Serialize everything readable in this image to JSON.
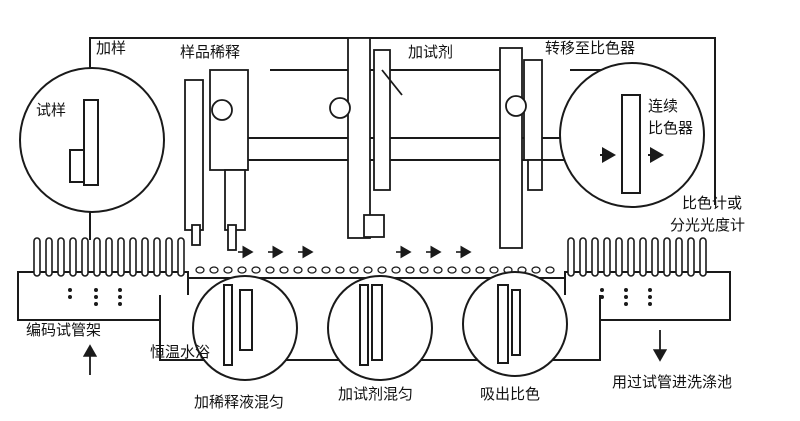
{
  "labels": {
    "add_sample": "加样",
    "sample_dilution": "样品稀释",
    "add_reagent": "加试剂",
    "transfer_to_colorimeter": "转移至比色器",
    "test_sample": "试样",
    "continuous_colorimeter_line1": "连续",
    "continuous_colorimeter_line2": "比色器",
    "photometer_line1": "比色计或",
    "photometer_line2": "分光光度计",
    "coded_tube_rack": "编码试管架",
    "thermostatic_bath": "恒温水浴",
    "add_diluent_mix": "加稀释液混匀",
    "add_reagent_mix": "加试剂混匀",
    "aspirate_colorimetry": "吸出比色",
    "used_tubes_to_wash": "用过试管进洗涤池"
  },
  "colors": {
    "line": "#1a1a1a",
    "background": "#ffffff"
  }
}
